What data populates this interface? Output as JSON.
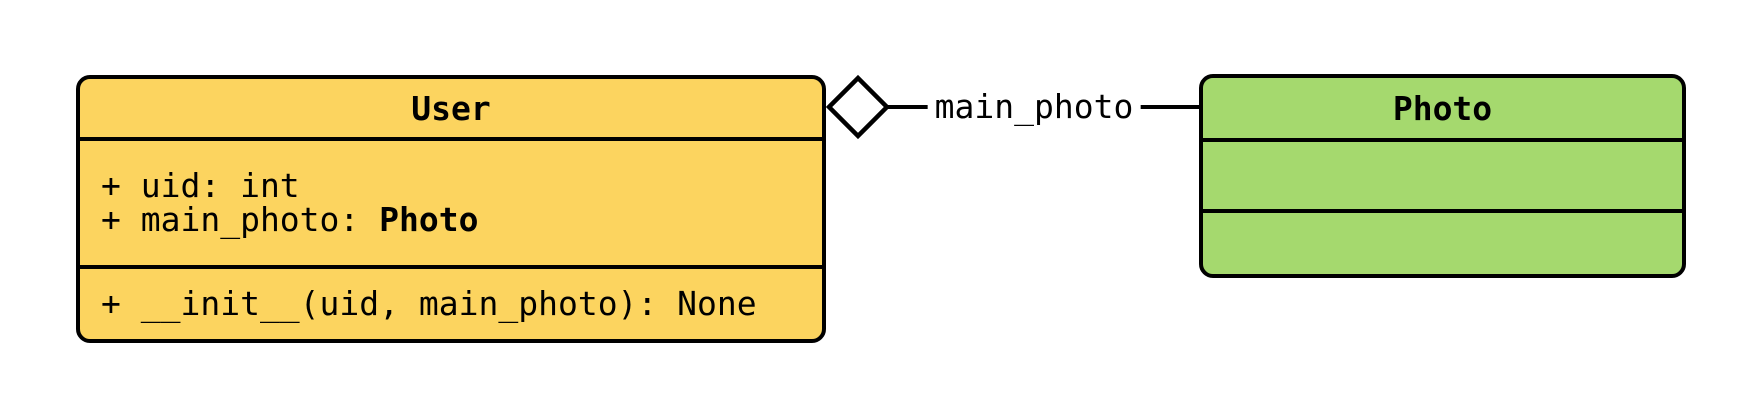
{
  "diagram_type": "uml-class-diagram",
  "background": "#ffffff",
  "border_color": "#000000",
  "text_color": "#000000",
  "classes": [
    {
      "name": "User",
      "fill": "#FCD45F",
      "attributes": [
        {
          "text": "+ uid: int",
          "bold": ""
        },
        {
          "text": "+ main_photo: ",
          "bold": "Photo"
        }
      ],
      "methods": [
        {
          "text": "+ __init__(uid, main_photo): None",
          "bold": ""
        }
      ]
    },
    {
      "name": "Photo",
      "fill": "#A5D96E",
      "attributes": [],
      "methods": []
    }
  ],
  "relationship": {
    "type": "aggregation",
    "from": "User",
    "to": "Photo",
    "label": "main_photo",
    "line_color": "#000000",
    "diamond_fill": "#ffffff"
  }
}
